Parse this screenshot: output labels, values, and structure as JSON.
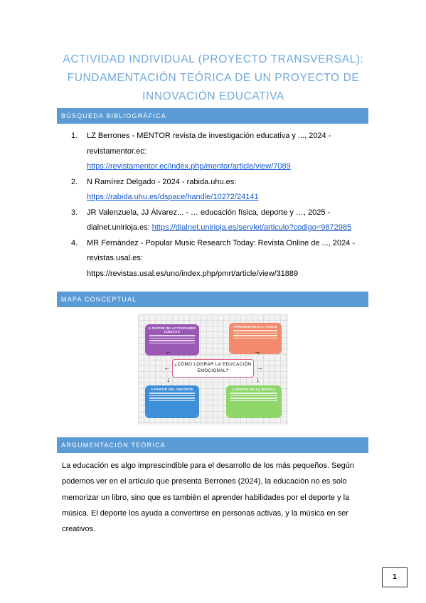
{
  "title": {
    "line1": "ACTIVIDAD INDIVIDUAL (PROYECTO TRANSVERSAL):",
    "line2": "FUNDAMENTACIÓN TEÓRICA DE UN PROYECTO DE",
    "line3": "INNOVACIÓN EDUCATIVA"
  },
  "sections": {
    "bibliography": "BÚSQUEDA BIBLIOGRÁFICA",
    "concept_map": "MAPA CONCEPTUAL",
    "argument": "ARGUMENTACIÓN TEÓRICA"
  },
  "references": [
    {
      "num": "1.",
      "text": "LZ Berrones - MENTOR revista de investigación educativa y ..., 2024 - revistamentor.ec:",
      "link": "https://revistamentor.ec/index.php/mentor/article/view/7089"
    },
    {
      "num": "2.",
      "text": "N Ramírez Delgado - 2024 - rabida.uhu.es:",
      "link": "https://rabida.uhu.es/dspace/handle/10272/24141"
    },
    {
      "num": "3.",
      "text": "JR Valenzuela, JJ Álvarez... - … educación física, deporte y …, 2025 - dialnet.unirioja.es:",
      "link": "https://dialnet.unirioja.es/servlet/articulo?codigo=9872985"
    },
    {
      "num": "4.",
      "text": "MR Fernández - Popular Music Research Today: Revista Online de ..., 2024 - revistas.usal.es:",
      "plain": "https://revistas.usal.es/uno/index.php/pmrt/article/view/31889"
    }
  ],
  "concept_map": {
    "center": "¿CÓMO LOGRAR LA EDUCACIÓN EMOCIONAL?",
    "top_left": "A PARTIR DE ACTIVIDADES LÚDICAS",
    "top_right": "APRENDIENDOLA TODOS",
    "bottom_left": "A PARTIR DEL DEPORTE",
    "bottom_right": "A PARTIR DE LA MÚSICA",
    "colors": {
      "top_left": "#9b59b6",
      "top_right": "#f28b6b",
      "bottom_left": "#3d8fd9",
      "bottom_right": "#8fd66b",
      "center_border": "#e06080"
    }
  },
  "paragraph": "La educación es algo imprescindible para el desarrollo de los más pequeños. Según podemos ver en el artículo que presenta Berrones (2024), la educación no es solo memorizar un libro, sino que es también el aprender habilidades por el deporte y la música. El deporte los ayuda a convertirse en personas activas, y la música en ser creativos.",
  "page_number": "1"
}
